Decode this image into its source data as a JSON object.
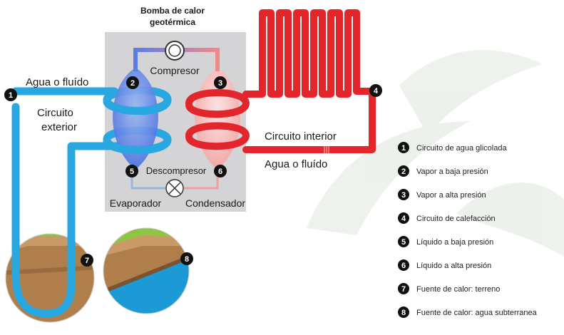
{
  "title": {
    "line1": "Bomba de calor",
    "line2": "geotérmica"
  },
  "labels": {
    "agua_fluido_left": "Agua o fluído",
    "circuito_exterior_1": "Circuito",
    "circuito_exterior_2": "exterior",
    "compresor": "Compresor",
    "descompresor": "Descompresor",
    "evaporador": "Evaporador",
    "condensador": "Condensador",
    "circuito_interior": "Circuito interior",
    "agua_fluido_right": "Agua o fluído"
  },
  "badges": [
    "1",
    "2",
    "3",
    "4",
    "5",
    "6",
    "7",
    "8"
  ],
  "legend": [
    {
      "num": "1",
      "text": "Circuito de agua glicolada"
    },
    {
      "num": "2",
      "text": "Vapor a baja presión"
    },
    {
      "num": "3",
      "text": "Vapor a alta presión"
    },
    {
      "num": "4",
      "text": "Circuito de calefacción"
    },
    {
      "num": "5",
      "text": "Líquido a baja presión"
    },
    {
      "num": "6",
      "text": "Líquido a alta presión"
    },
    {
      "num": "7",
      "text": "Fuente de calor: terreno"
    },
    {
      "num": "8",
      "text": "Fuente de calor: agua subterranea"
    }
  ],
  "colors": {
    "cold_pipe": "#29a7e1",
    "hot_pipe": "#e3262b",
    "pump_box": "#d4d4d6",
    "soil": "#b07e4b",
    "grass": "#8dc63f",
    "groundwater": "#1c9ad6",
    "badge": "#111111"
  }
}
